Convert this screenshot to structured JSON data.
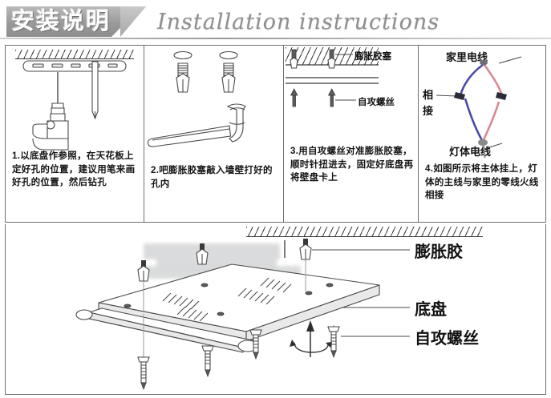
{
  "header": {
    "title_cn": "安装说明",
    "title_en": "Installation instructions"
  },
  "steps": [
    {
      "id": "step-1",
      "number": "1.",
      "caption": "1.以底盘作参照，在天花板上定好孔的位置，建议用笔来画好孔的位置，然后钻孔",
      "icons": [
        "ceiling-hatch",
        "base-plate",
        "electric-drill",
        "pencil"
      ]
    },
    {
      "id": "step-2",
      "number": "2.",
      "caption": "2.吧膨胀胶塞敲入墙壁打好的孔内",
      "icons": [
        "expansion-plug",
        "expansion-plug",
        "hammer"
      ]
    },
    {
      "id": "step-3",
      "number": "3.",
      "caption": "3.用自攻螺丝对准膨胀胶塞，顺时针扭进去，固定好底盘再将壁盘卡上",
      "icons": [
        "ceiling-hatch",
        "expansion-plug",
        "self-tapping-screw"
      ],
      "labels": [
        {
          "name": "expansion-plug-label",
          "text": "膨胀胶塞"
        },
        {
          "name": "self-tapping-screw-label",
          "text": "自攻螺丝"
        }
      ]
    },
    {
      "id": "step-4",
      "number": "4.",
      "caption": "4.如图所示将主体挂上，灯体的主线与家里的零线火线相接",
      "icons": [
        "wire-connection"
      ],
      "labels": [
        {
          "name": "home-wire-label",
          "text": "家里电线"
        },
        {
          "name": "connect-label",
          "text": "相接"
        },
        {
          "name": "lamp-wire-label",
          "text": "灯体电线"
        }
      ],
      "wire_colors": {
        "live": "#4a4aa8",
        "neutral": "#d88a94",
        "cap": "#2b2b3a"
      }
    }
  ],
  "exploded": {
    "labels": [
      {
        "name": "expansion-plug-callout",
        "text": "膨胀胶"
      },
      {
        "name": "base-plate-callout",
        "text": "底盘"
      },
      {
        "name": "self-tapping-screw-callout",
        "text": "自攻螺丝"
      }
    ],
    "parts": [
      "ceiling-hatch",
      "base-plate",
      "expansion-plug",
      "self-tapping-screw",
      "rotation-arrow"
    ]
  },
  "colors": {
    "banner": "#9a9a9a",
    "line": "#4a4a4a",
    "text": "#111111",
    "wire_blue": "#4a4aa8",
    "wire_pink": "#d88a94"
  }
}
